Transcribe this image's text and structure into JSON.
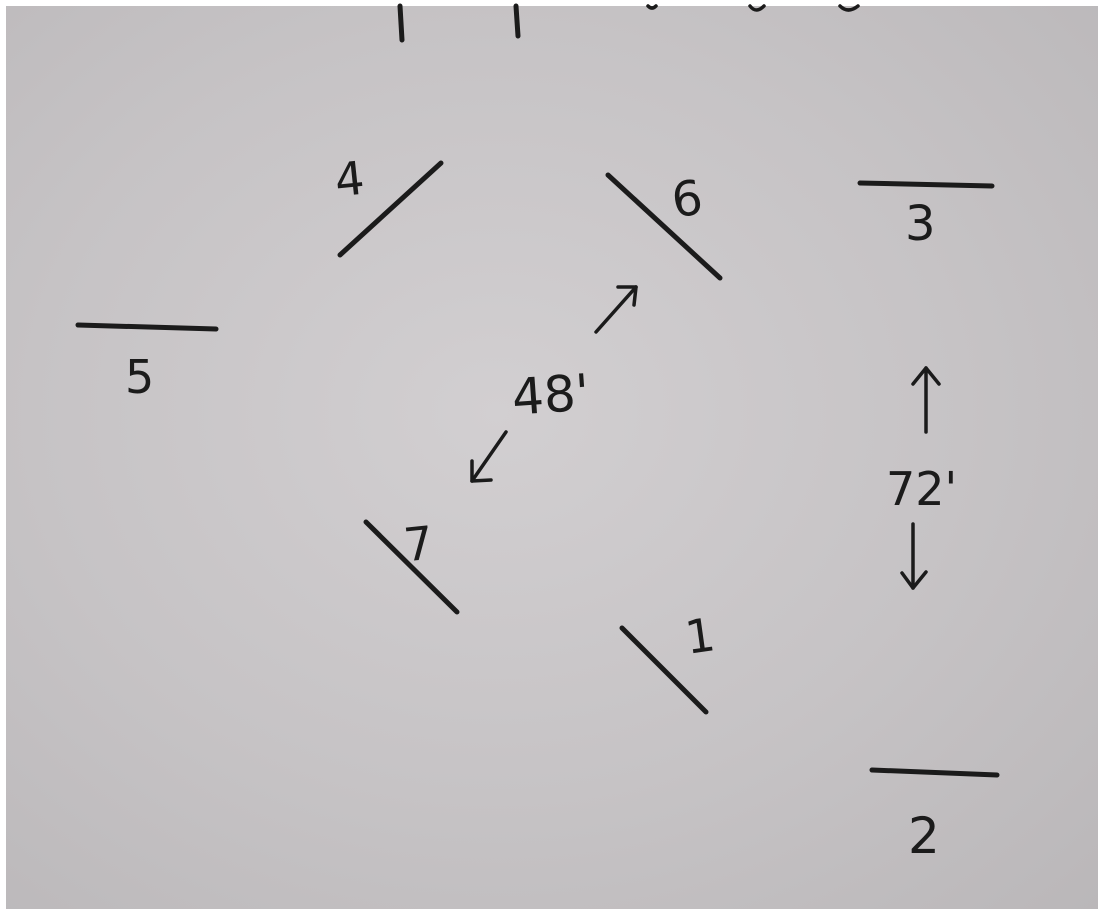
{
  "diagram": {
    "station_labels": {
      "s1": "1",
      "s2": "2",
      "s3": "3",
      "s4": "4",
      "s5": "5",
      "s6": "6",
      "s7": "7"
    },
    "distance_labels": {
      "diagonal": "48'",
      "vertical": "72'"
    }
  }
}
